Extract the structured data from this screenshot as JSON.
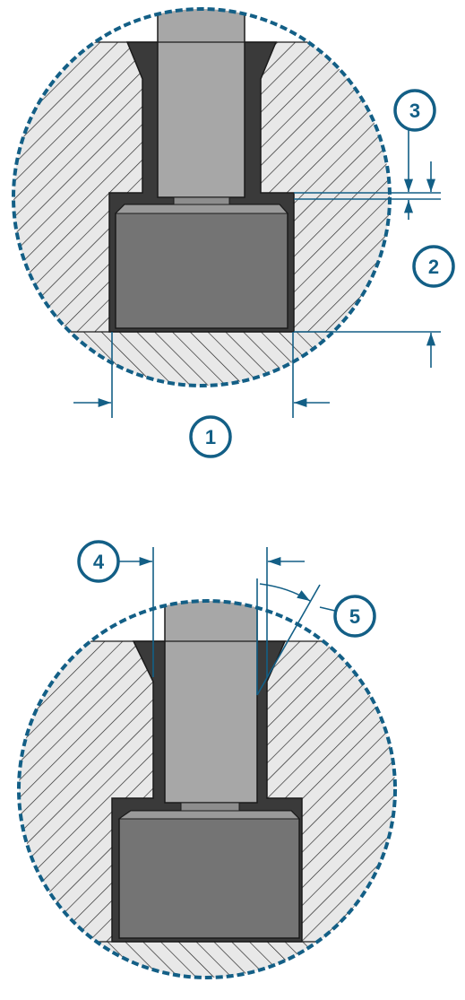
{
  "colors": {
    "accent": "#135f86",
    "outline": "#1b1b1b",
    "hatch_fill": "#e8e8e8",
    "hatch_line": "#1f1f1f",
    "dark_fill": "#3a3a3a",
    "block_fill": "#747474",
    "block_top": "#9a9a9a",
    "shaft_fill": "#a7a7a7",
    "shaft_tip": "#8d8d8d"
  },
  "callouts": [
    {
      "label": "1"
    },
    {
      "label": "2"
    },
    {
      "label": "3"
    },
    {
      "label": "4"
    },
    {
      "label": "5"
    }
  ]
}
